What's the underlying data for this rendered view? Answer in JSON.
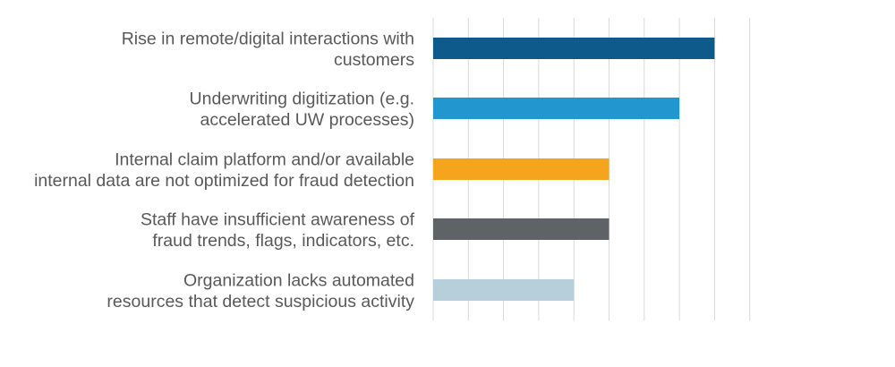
{
  "chart_data": {
    "type": "bar",
    "orientation": "horizontal",
    "categories": [
      [
        "Rise in remote/digital interactions with",
        "customers"
      ],
      [
        "Underwriting digitization (e.g.",
        "accelerated UW processes)"
      ],
      [
        "Internal claim platform and/or available",
        "internal data are not optimized for fraud detection"
      ],
      [
        "Staff have insufficient awareness of",
        "fraud trends, flags, indicators, etc."
      ],
      [
        "Organization lacks automated",
        "resources that detect suspicious activity"
      ]
    ],
    "values": [
      8,
      7,
      5,
      5,
      4
    ],
    "colors": [
      "#0e5a8a",
      "#2196cf",
      "#f5a41d",
      "#5f6368",
      "#b7cedb"
    ],
    "xlim": [
      0,
      9
    ],
    "grid": true,
    "title": "",
    "xlabel": "",
    "ylabel": ""
  }
}
